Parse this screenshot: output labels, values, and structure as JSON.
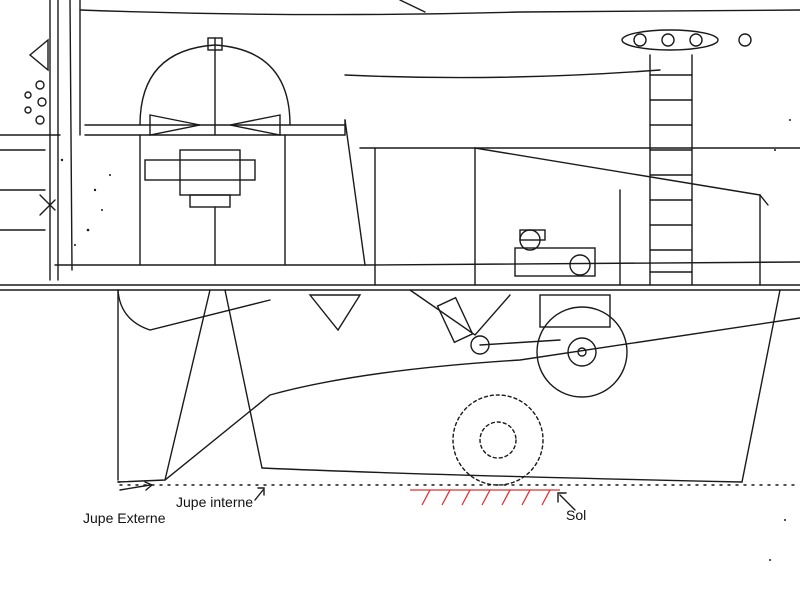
{
  "labels": {
    "jupe_externe": "Jupe Externe",
    "jupe_interne": "Jupe interne",
    "sol": "Sol"
  },
  "colors": {
    "ink": "#1a1a1a",
    "ground_hatch": "#e03030",
    "background": "#ffffff"
  }
}
